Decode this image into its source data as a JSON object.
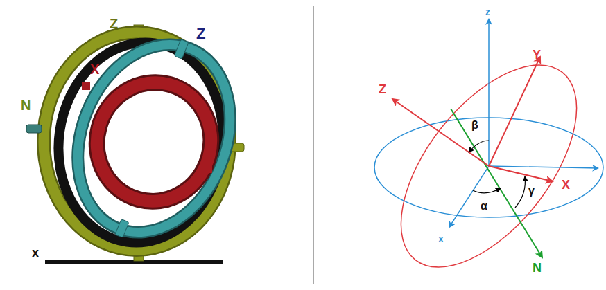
{
  "diagram": {
    "labels": [
      "Z",
      "Z",
      "X",
      "N",
      "x",
      "z",
      "Z",
      "Y",
      "β",
      "X",
      "α",
      "γ",
      "x",
      "N"
    ]
  }
}
